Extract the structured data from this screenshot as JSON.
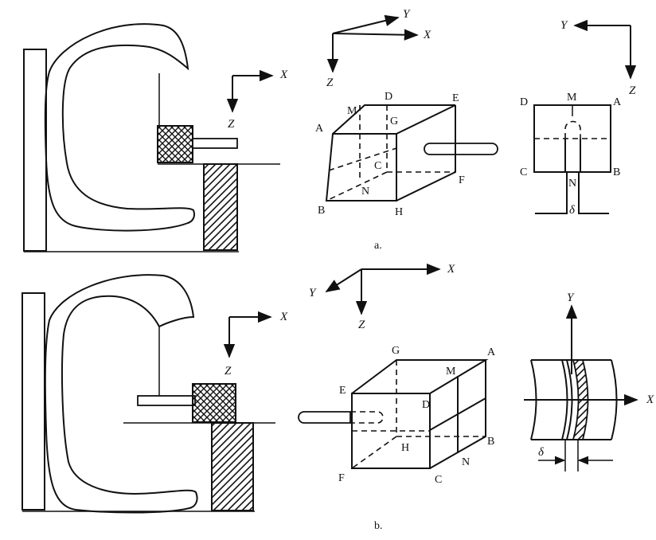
{
  "figure_a": {
    "caption": "a.",
    "machine_axes": {
      "x": "X",
      "z": "Z"
    },
    "cube_axes": {
      "x": "X",
      "y": "Y",
      "z": "Z"
    },
    "cube_vertices": {
      "A": "A",
      "B": "B",
      "C": "C",
      "D": "D",
      "E": "E",
      "F": "F",
      "G": "G",
      "H": "H",
      "M": "M",
      "N": "N"
    },
    "section_axes": {
      "y": "Y",
      "z": "Z"
    },
    "section_labels": {
      "D": "D",
      "M": "M",
      "A": "A",
      "C": "C",
      "N": "N",
      "B": "B",
      "delta": "δ"
    }
  },
  "figure_b": {
    "caption": "b.",
    "machine_axes": {
      "x": "X",
      "z": "Z"
    },
    "cube_axes": {
      "x": "X",
      "y": "Y",
      "z": "Z"
    },
    "cube_vertices": {
      "A": "A",
      "B": "B",
      "C": "C",
      "D": "D",
      "E": "E",
      "F": "F",
      "G": "G",
      "H": "H",
      "M": "M",
      "N": "N"
    },
    "section_axes": {
      "y": "Y",
      "x": "X"
    },
    "section_labels": {
      "delta": "δ"
    }
  }
}
